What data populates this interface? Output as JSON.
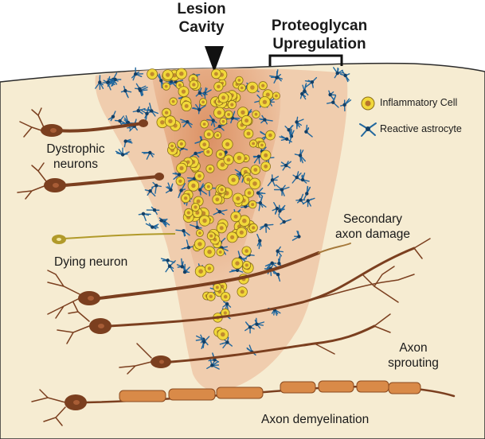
{
  "title_labels": {
    "lesion_line1": "Lesion",
    "lesion_line2": "Cavity",
    "proteoglycan_line1": "Proteoglycan",
    "proteoglycan_line2": "Upregulation"
  },
  "legend": {
    "inflammatory_cell": "Inflammatory Cell",
    "reactive_astrocyte": "Reactive astrocyte"
  },
  "labels": {
    "dystrophic_line1": "Dystrophic",
    "dystrophic_line2": "neurons",
    "dying_neuron": "Dying neuron",
    "secondary_line1": "Secondary",
    "secondary_line2": "axon damage",
    "sprouting_line1": "Axon",
    "sprouting_line2": "sprouting",
    "demyelination": "Axon demyelination"
  },
  "colors": {
    "tissue": "#f6ecd2",
    "lesion_outer": "#eec7a6",
    "lesion_core": "#dc9466",
    "neuron": "#7b3f1f",
    "neuron_nucleus": "#a85d36",
    "dying_neuron": "#b19a2a",
    "inflammatory_cell": "#f1d83a",
    "astrocyte": "#22689e",
    "myelin": "#d98a48"
  }
}
